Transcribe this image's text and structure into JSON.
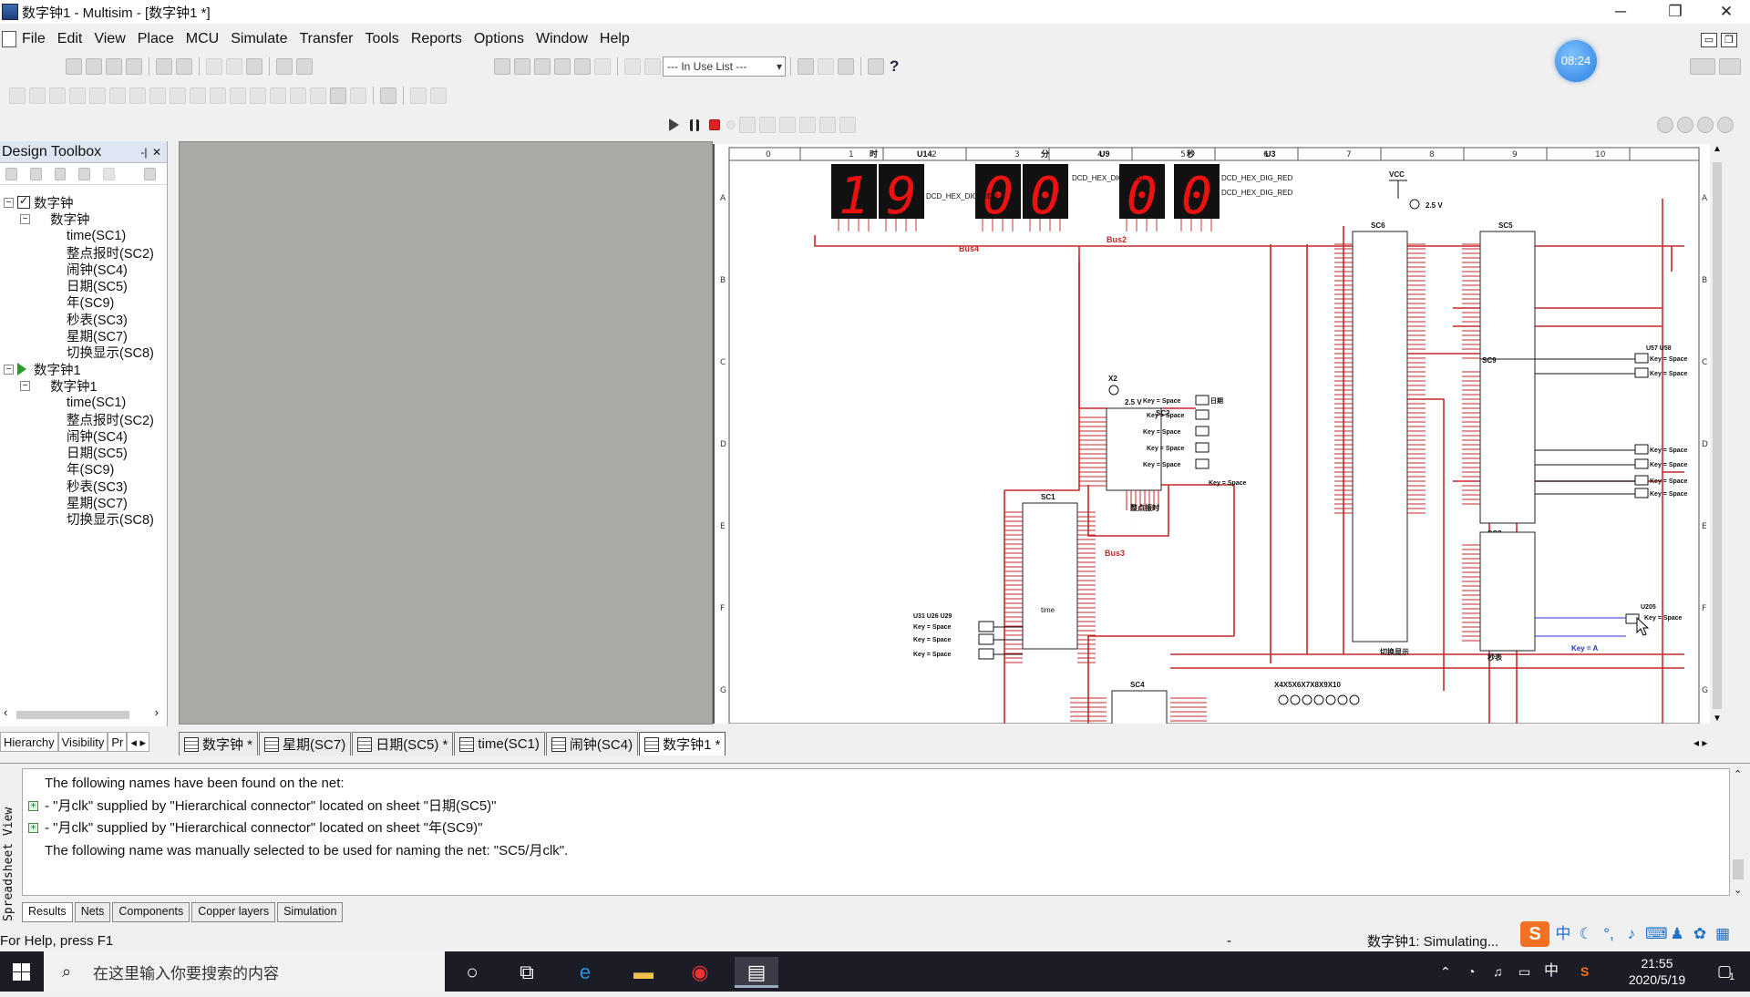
{
  "window": {
    "title": "数字钟1 - Multisim - [数字钟1 *]",
    "min_icon": "─",
    "restore_icon": "❐",
    "close_icon": "✕"
  },
  "menu": [
    "File",
    "Edit",
    "View",
    "Place",
    "MCU",
    "Simulate",
    "Transfer",
    "Tools",
    "Reports",
    "Options",
    "Window",
    "Help"
  ],
  "toolbar": {
    "in_use_list": "--- In Use List ---",
    "help_glyph": "?"
  },
  "clock_bubble": "08:24",
  "toolbox": {
    "title": "Design Toolbox",
    "pin_glyph": "-|",
    "close_glyph": "✕",
    "tree": [
      {
        "label": "数字钟",
        "level": 0,
        "type": "check",
        "exp": "−"
      },
      {
        "label": "数字钟",
        "level": 1,
        "type": "sheet",
        "exp": "−"
      },
      {
        "label": "time(SC1)",
        "level": 2,
        "type": "sheet"
      },
      {
        "label": "整点报时(SC2)",
        "level": 2,
        "type": "sheet"
      },
      {
        "label": "闹钟(SC4)",
        "level": 2,
        "type": "sheet"
      },
      {
        "label": "日期(SC5)",
        "level": 2,
        "type": "sheet"
      },
      {
        "label": "年(SC9)",
        "level": 2,
        "type": "sheet"
      },
      {
        "label": "秒表(SC3)",
        "level": 2,
        "type": "sheet"
      },
      {
        "label": "星期(SC7)",
        "level": 2,
        "type": "sheet"
      },
      {
        "label": "切换显示(SC8)",
        "level": 2,
        "type": "sheet"
      },
      {
        "label": "数字钟1",
        "level": 0,
        "type": "run",
        "exp": "−"
      },
      {
        "label": "数字钟1",
        "level": 1,
        "type": "sheet",
        "exp": "−"
      },
      {
        "label": "time(SC1)",
        "level": 2,
        "type": "sheet"
      },
      {
        "label": "整点报时(SC2)",
        "level": 2,
        "type": "sheet"
      },
      {
        "label": "闹钟(SC4)",
        "level": 2,
        "type": "sheet"
      },
      {
        "label": "日期(SC5)",
        "level": 2,
        "type": "sheet"
      },
      {
        "label": "年(SC9)",
        "level": 2,
        "type": "sheet"
      },
      {
        "label": "秒表(SC3)",
        "level": 2,
        "type": "sheet"
      },
      {
        "label": "星期(SC7)",
        "level": 2,
        "type": "sheet"
      },
      {
        "label": "切换显示(SC8)",
        "level": 2,
        "type": "sheet"
      }
    ],
    "tabs": [
      "Hierarchy",
      "Visibility",
      "Pr"
    ]
  },
  "schematic": {
    "ruler": [
      "0",
      "1",
      "2",
      "3",
      "4",
      "5",
      "6",
      "7",
      "8",
      "9",
      "10"
    ],
    "rows": [
      "A",
      "B",
      "C",
      "D",
      "E",
      "F",
      "G"
    ],
    "digits": [
      "19",
      "00",
      "00"
    ],
    "labels": {
      "shi": "时",
      "fen": "分",
      "miao": "秒",
      "u14": "U14",
      "u9": "U9",
      "u3": "U3",
      "hex_red": "DCD_HEX_DIG_RED",
      "vcc": "VCC",
      "v25": "2.5 V",
      "x2": "X2",
      "bus4": "Bus4",
      "bus2": "Bus2",
      "bus3": "Bus3",
      "sc1": "SC1",
      "sc2": "SC2",
      "sc3": "SC3",
      "sc4": "SC4",
      "sc5": "SC5",
      "sc6": "SC6",
      "sc9": "SC9",
      "key_space": "Key = Space",
      "key_a": "Key = A",
      "zhengdian": "整点振时",
      "qiehuan": "切换显示",
      "miaobiao": "秒表",
      "time_block": "time",
      "riqi": "日期",
      "u_left": "U31 U26 U29",
      "x_row": "X4X5X6X7X8X9X10",
      "u_right": "U57 U58",
      "u205": "U205"
    }
  },
  "sheet_tabs": [
    {
      "label": "数字钟 *",
      "active": false
    },
    {
      "label": "星期(SC7)",
      "active": false
    },
    {
      "label": "日期(SC5) *",
      "active": false
    },
    {
      "label": "time(SC1)",
      "active": false
    },
    {
      "label": "闹钟(SC4)",
      "active": false
    },
    {
      "label": "数字钟1 *",
      "active": true
    }
  ],
  "results": {
    "side_label": "Spreadsheet View",
    "lines": [
      {
        "text": "The following names have been found on the net:",
        "plus": false
      },
      {
        "text": "- \"月clk\" supplied by \"Hierarchical connector\" located on sheet \"日期(SC5)\"",
        "plus": true
      },
      {
        "text": "- \"月clk\" supplied by \"Hierarchical connector\" located on sheet \"年(SC9)\"",
        "plus": true
      },
      {
        "text": "The following name was manually selected to be used for naming the net: \"SC5/月clk\".",
        "plus": false
      }
    ],
    "tabs": [
      "Results",
      "Nets",
      "Components",
      "Copper layers",
      "Simulation"
    ]
  },
  "status": {
    "help": "For Help, press F1",
    "dash": "-",
    "simulating": "数字钟1: Simulating..."
  },
  "ime": {
    "logo": "S",
    "mode": "中"
  },
  "taskbar": {
    "search_placeholder": "在这里输入你要搜索的内容",
    "ime_indicator": "中",
    "time": "21:55",
    "date": "2020/5/19",
    "notif_count": "1"
  }
}
